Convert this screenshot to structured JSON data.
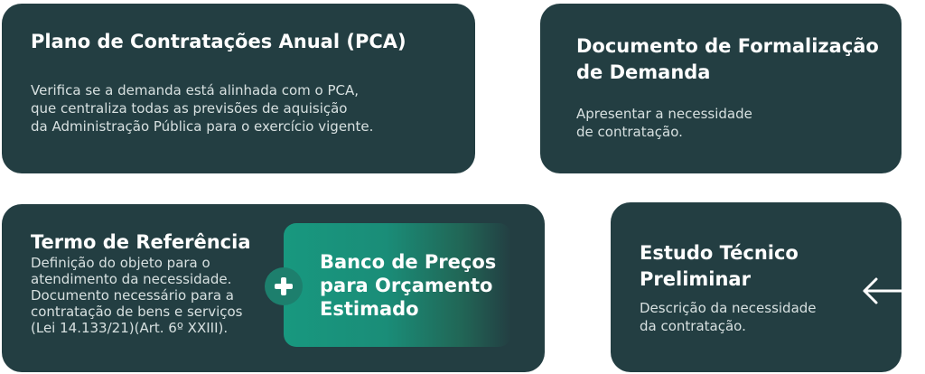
{
  "pca": {
    "title": "Plano de Contratações Anual (PCA)",
    "desc": [
      "Verifica se a demanda  está alinhada com o PCA,",
      "que centraliza todas as previsões  de aquisição",
      "da Administração Pública para o exercício vigente."
    ]
  },
  "dfd": {
    "title": [
      "Documento de Formalização",
      "de  Demanda"
    ],
    "desc": [
      "Apresentar a necessidade",
      "de contratação."
    ]
  },
  "tr": {
    "title": "Termo de Referência",
    "desc": [
      "Definição do objeto para o",
      "atendimento da necessidade.",
      "Documento necessário para a",
      "contratação de bens e serviços",
      "(Lei 14.133/21)(Art. 6º  XXIII)."
    ]
  },
  "banco": {
    "title": [
      "Banco de Preços",
      "para Orçamento",
      "Estimado"
    ]
  },
  "etp": {
    "title": [
      "Estudo Técnico",
      "Preliminar"
    ],
    "desc": [
      "Descrição da necessidade",
      "da contratação."
    ]
  },
  "colors": {
    "card_bg": "#233e42",
    "accent": "#18987f",
    "text": "#ffffff"
  }
}
